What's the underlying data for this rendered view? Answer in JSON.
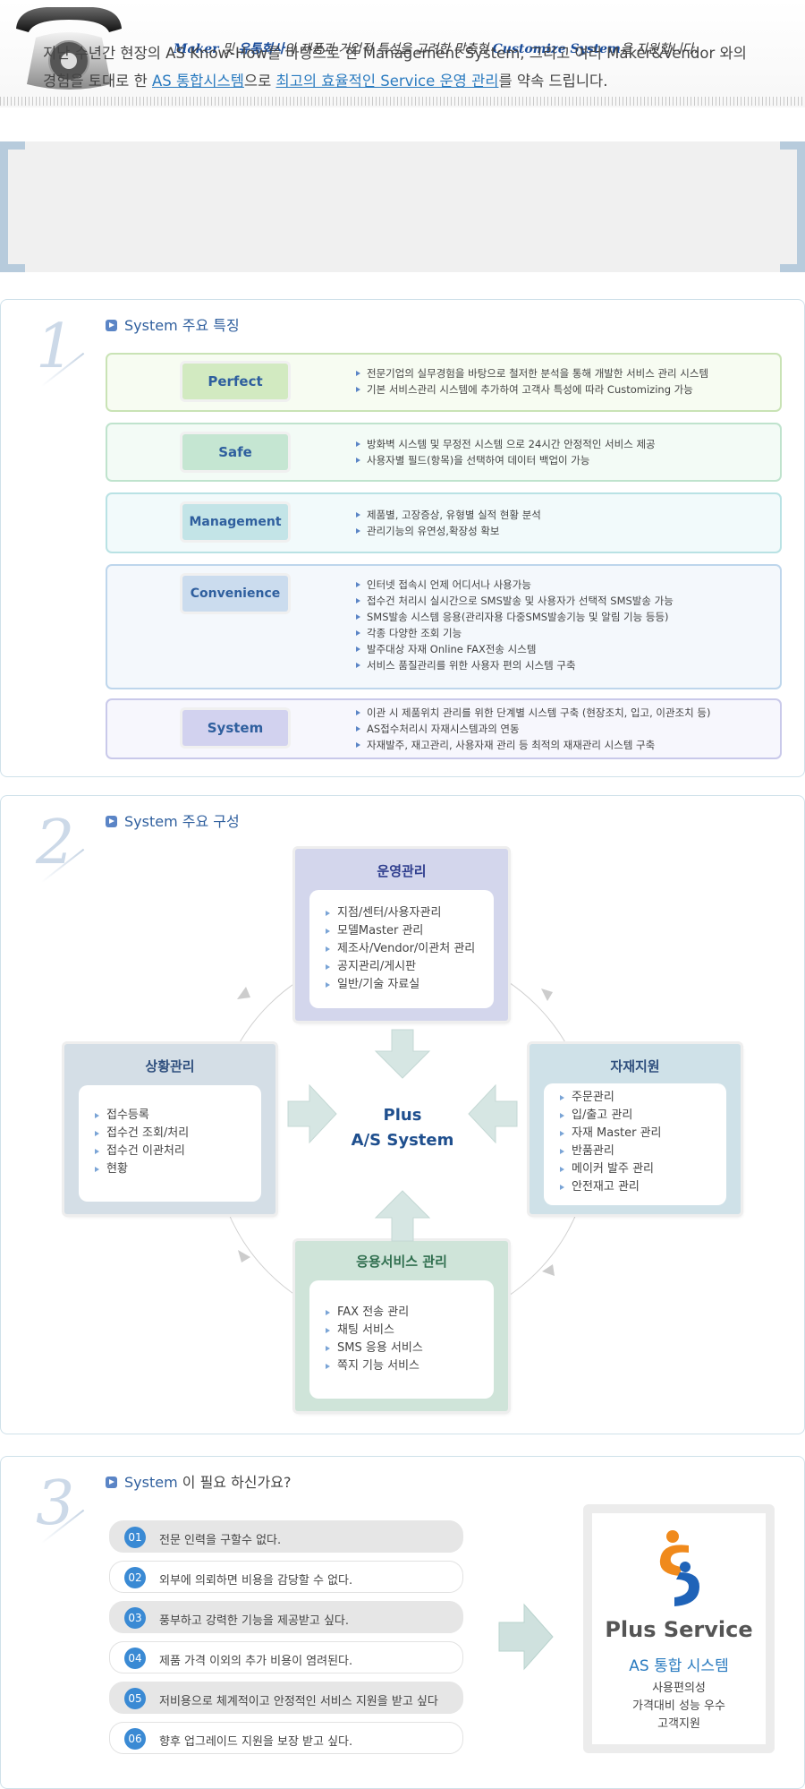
{
  "header": {
    "tagline_brand": "Maker",
    "tagline_part1": " 및 ",
    "tagline_vendor": "유통회사",
    "tagline_part2": "의 제품과 기업적 특성을 고려한 맞춤형 ",
    "tagline_system": "Customize System",
    "tagline_part3": "을 지원합니다."
  },
  "intro": {
    "line1": "지난 수년간 현장의 AS Know-How를 바탕으로 한 Management System, 그리고 여러 Maker&Vendor 와의",
    "line2_a": "경험을 토대로 한 ",
    "link1": "AS 통합시스템",
    "line2_b": "으로 ",
    "link2": "최고의 효율적인 Service 운영 관리",
    "line2_c": "를 약속 드립니다."
  },
  "sections": {
    "s1_number": "1",
    "s1_title": "System 주요 특징",
    "s2_number": "2",
    "s2_title": "System 주요 구성",
    "s3_number": "3",
    "s3_title_a": "System",
    "s3_title_b": " 이 필요 하신가요?"
  },
  "features": [
    {
      "label": "Perfect",
      "items": [
        "전문기업의 실무경험을 바탕으로 철저한 분석을 통해 개발한 서비스 관리 시스템",
        "기본 서비스관리 시스템에 추가하여 고객사 특성에 따라 Customizing 가능"
      ]
    },
    {
      "label": "Safe",
      "items": [
        "방화벽 시스템 및 무정전 시스템 으로 24시간 안정적인 서비스 제공",
        "사용자별 필드(항목)을 선택하여 데이터 백업이 가능"
      ]
    },
    {
      "label": "Management",
      "items": [
        "제품별, 고장증상, 유형별 실적 현황 분석",
        "관리기능의 유연성,확장성 확보"
      ]
    },
    {
      "label": "Convenience",
      "items": [
        "인터넷 접속시 언제 어디서나 사용가능",
        "접수건 처리시 실시간으로 SMS발송 및 사용자가 선택적 SMS발송 가능",
        "SMS발송 시스템 응용(관리자용 다중SMS발송기능 및 알림 기능 등등)",
        "각종 다양한 조회 기능",
        "발주대상 자재 Online FAX전송 시스템",
        "서비스 품질관리를 위한 사용자 편의 시스템 구축"
      ]
    },
    {
      "label": "System",
      "items": [
        "이관 시 제품위치 관리를 위한 단계별 시스템 구축 (현장조치, 입고, 이관조치 등)",
        "AS접수처리시 자재시스템과의 연동",
        "자재발주, 재고관리, 사용자재 관리 등 최적의 재재관리 시스템 구축"
      ]
    }
  ],
  "diagram": {
    "center_line1": "Plus",
    "center_line2": "A/S System",
    "top": {
      "title": "운영관리",
      "items": [
        "지점/센터/사용자관리",
        "모델Master 관리",
        "제조사/Vendor/이관처 관리",
        "공지관리/게시판",
        "일반/기술 자료실"
      ]
    },
    "left": {
      "title": "상황관리",
      "items": [
        "접수등록",
        "접수건 조회/처리",
        "접수건 이관처리",
        "현황"
      ]
    },
    "right": {
      "title": "자재지원",
      "items": [
        "주문관리",
        "입/출고 관리",
        "자재 Master 관리",
        "반품관리",
        "메이커 발주 관리",
        "안전재고 관리"
      ]
    },
    "bottom": {
      "title": "응용서비스 관리",
      "items": [
        "FAX 전송 관리",
        "채팅 서비스",
        "SMS 응용 서비스",
        "쪽지 기능 서비스"
      ]
    }
  },
  "needs": [
    {
      "num": "01",
      "text": "전문 인력을 구할수 없다."
    },
    {
      "num": "02",
      "text": "외부에 의뢰하면 비용을 감당할 수 없다."
    },
    {
      "num": "03",
      "text": "풍부하고 강력한 기능을 제공받고 싶다."
    },
    {
      "num": "04",
      "text": "제품 가격 이외의 추가 비용이 염려된다."
    },
    {
      "num": "05",
      "text": "저비용으로 체계적이고 안정적인 서비스 지원을 받고 싶다"
    },
    {
      "num": "06",
      "text": "향후 업그레이드 지원을 보장 받고 싶다."
    }
  ],
  "plus_service": {
    "name": "Plus Service",
    "subtitle": "AS 통합 시스템",
    "lines": [
      "사용편의성",
      "가격대비 성능 우수",
      "고객지원"
    ]
  },
  "colors": {
    "brand_blue": "#1b4d9a",
    "link_blue": "#2a7bc0",
    "logo_orange": "#f08a1c",
    "logo_blue": "#1f63b8"
  }
}
